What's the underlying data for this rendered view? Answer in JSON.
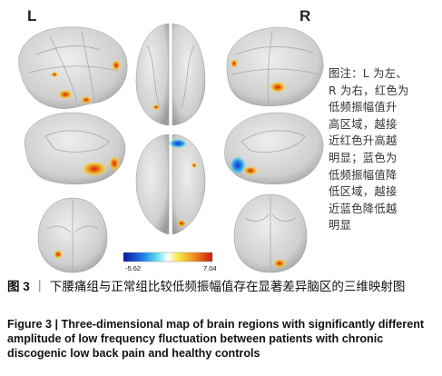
{
  "figure": {
    "left_label": "L",
    "right_label": "R",
    "note_lines": [
      "图注：L 为左、",
      "R 为右，红色为",
      "低频振幅值升",
      "高区域，越接",
      "近红色升高越",
      "明显；蓝色为",
      "低频振幅值降",
      "低区域，越接",
      "近蓝色降低越",
      "明显"
    ],
    "colorbar": {
      "min": "-5.62",
      "max": "7.04"
    },
    "colors": {
      "positive": "#e8281c",
      "negative": "#1c3ad8",
      "brain": "#c9c9c9"
    }
  },
  "caption_cn": {
    "label": "图 3",
    "sep": "｜",
    "text": "下腰痛组与正常组比较低频振幅值存在显著差异脑区的三维映射图"
  },
  "caption_en": {
    "label": "Figure 3",
    "sep": "|",
    "text": "Three-dimensional map of brain regions with significantly different amplitude of low frequency fluctuation between patients with chronic discogenic low back pain and healthy controls"
  }
}
